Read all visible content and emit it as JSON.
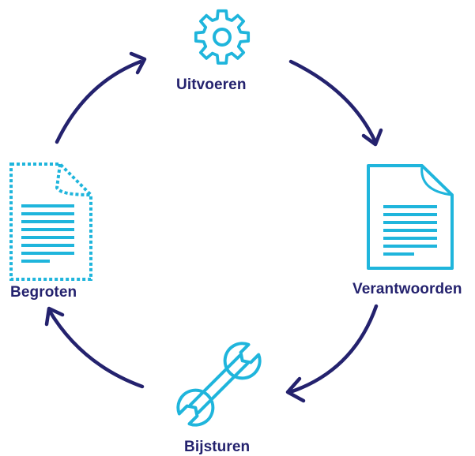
{
  "colors": {
    "arrow": "#24226e",
    "icon": "#1fb5dc",
    "label": "#24226e",
    "background": "#ffffff"
  },
  "stages": [
    {
      "label": "Uitvoeren",
      "icon": "gear-icon"
    },
    {
      "label": "Verantwoorden",
      "icon": "document-icon"
    },
    {
      "label": "Bijsturen",
      "icon": "wrench-icon"
    },
    {
      "label": "Begroten",
      "icon": "draft-document-icon"
    }
  ]
}
